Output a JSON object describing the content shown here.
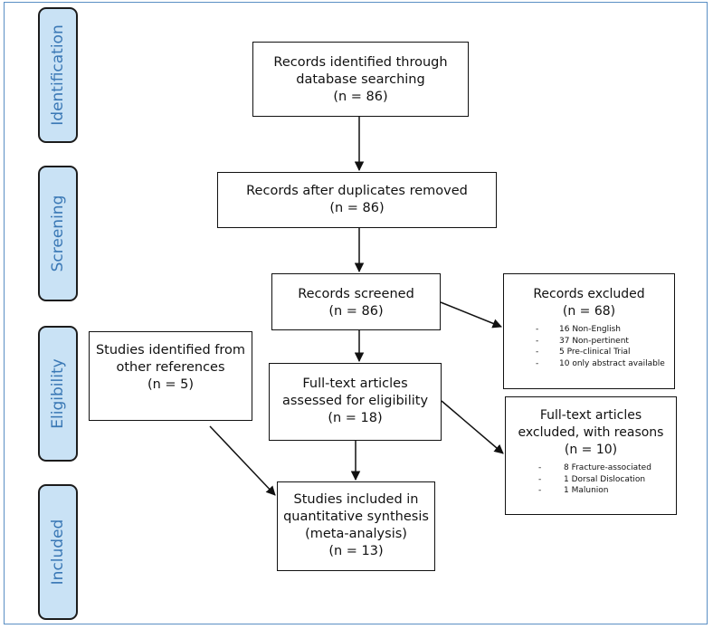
{
  "phases": {
    "identification": "Identification",
    "screening": "Screening",
    "eligibility": "Eligibility",
    "included": "Included"
  },
  "boxes": {
    "identified": {
      "lines": [
        "Records identified through",
        "database searching",
        "(n = 86)"
      ]
    },
    "duplicates": {
      "lines": [
        "Records after duplicates removed",
        "(n = 86)"
      ]
    },
    "screened": {
      "lines": [
        "Records screened",
        "(n = 86)"
      ]
    },
    "excluded": {
      "lines": [
        "Records excluded",
        "(n = 68)"
      ],
      "items": [
        "16 Non-English",
        "37 Non-pertinent",
        "5 Pre-clinical Trial",
        "10 only abstract available"
      ]
    },
    "other_refs": {
      "lines": [
        "Studies identified from",
        "other references",
        "(n = 5)"
      ]
    },
    "fulltext": {
      "lines": [
        "Full-text articles",
        "assessed for eligibility",
        "(n = 18)"
      ]
    },
    "fulltext_excluded": {
      "lines": [
        "Full-text articles",
        "excluded, with reasons",
        "(n = 10)"
      ],
      "items": [
        "8 Fracture-associated",
        "1 Dorsal Dislocation",
        "1 Malunion"
      ]
    },
    "included": {
      "lines": [
        "Studies included in",
        "quantitative synthesis",
        "(meta-analysis)",
        "(n = 13)"
      ]
    }
  },
  "colors": {
    "phase_fill": "#c9e2f5",
    "phase_text": "#3a78b5",
    "frame": "#5a8fc4",
    "line": "#111111"
  }
}
